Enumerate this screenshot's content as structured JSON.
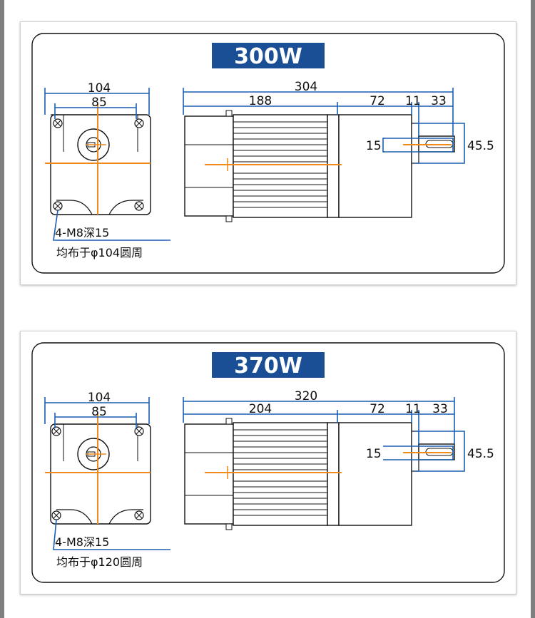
{
  "colors": {
    "accent": "#1a4f96",
    "center_line": "#f08c1e",
    "dim_line": "#1a5fb4",
    "frame": "#111111",
    "fin": "#d8d8d8"
  },
  "panels": [
    {
      "title": "300W",
      "face": {
        "dim_outer": "104",
        "dim_inner": "85",
        "hole_note": "4-M8深15",
        "pcd_note": "均布于φ104圆周"
      },
      "body": {
        "dim_total": "304",
        "dim_motor": "188",
        "dim_gear": "72",
        "dim_step": "11",
        "dim_shaft": "33",
        "dim_key": "15",
        "dim_height": "45.5"
      }
    },
    {
      "title": "370W",
      "face": {
        "dim_outer": "104",
        "dim_inner": "85",
        "hole_note": "4-M8深15",
        "pcd_note": "均布于φ120圆周"
      },
      "body": {
        "dim_total": "320",
        "dim_motor": "204",
        "dim_gear": "72",
        "dim_step": "11",
        "dim_shaft": "33",
        "dim_key": "15",
        "dim_height": "45.5"
      }
    }
  ]
}
